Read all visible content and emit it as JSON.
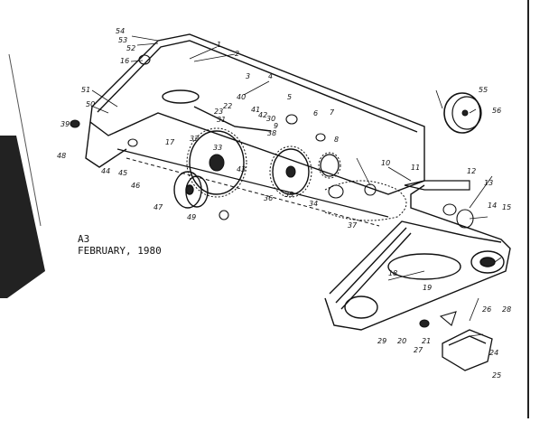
{
  "caption": {
    "code": "A3",
    "date": "FEBRUARY, 1980"
  },
  "diagram": {
    "style": {
      "ink": "#111111",
      "paper": "#ffffff",
      "shade": "#2a2a2a"
    },
    "part_numbers": [
      "1",
      "2",
      "3",
      "4",
      "5",
      "6",
      "7",
      "8",
      "9",
      "10",
      "11",
      "12",
      "13",
      "14",
      "15",
      "16",
      "17",
      "18",
      "19",
      "20",
      "21",
      "22",
      "23",
      "24",
      "25",
      "26",
      "27",
      "28",
      "29",
      "30",
      "31",
      "32",
      "33",
      "34",
      "35",
      "36",
      "37",
      "38",
      "39",
      "40",
      "41",
      "42",
      "43",
      "44",
      "45",
      "46",
      "47",
      "48",
      "49",
      "50",
      "51",
      "52",
      "53",
      "54",
      "55",
      "56"
    ]
  }
}
